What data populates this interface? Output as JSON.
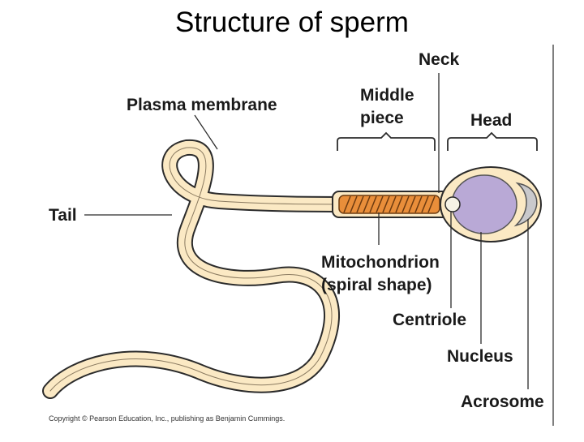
{
  "title": "Structure of sperm",
  "labels": {
    "neck": "Neck",
    "middle_piece_line1": "Middle",
    "middle_piece_line2": "piece",
    "head": "Head",
    "plasma_membrane": "Plasma membrane",
    "tail": "Tail",
    "mitochondrion_line1": "Mitochondrion",
    "mitochondrion_line2": "(spiral shape)",
    "centriole": "Centriole",
    "nucleus": "Nucleus",
    "acrosome": "Acrosome"
  },
  "copyright": "Copyright © Pearson Education, Inc., publishing as Benjamin Cummings.",
  "colors": {
    "cell_fill": "#fbe9c4",
    "outline": "#2b2b2b",
    "nucleus": "#b9a9d6",
    "acrosome": "#c9c9cc",
    "mitochondrion": "#e98e3a",
    "centriole": "#f6f3e6"
  }
}
